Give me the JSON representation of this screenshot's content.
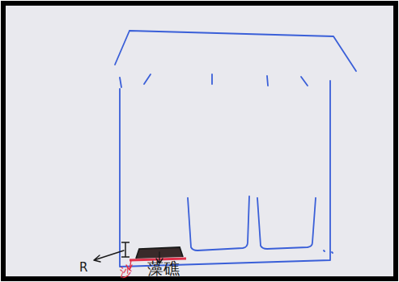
{
  "diagram": {
    "labels": [
      "R",
      "沙",
      "藻礁"
    ]
  }
}
